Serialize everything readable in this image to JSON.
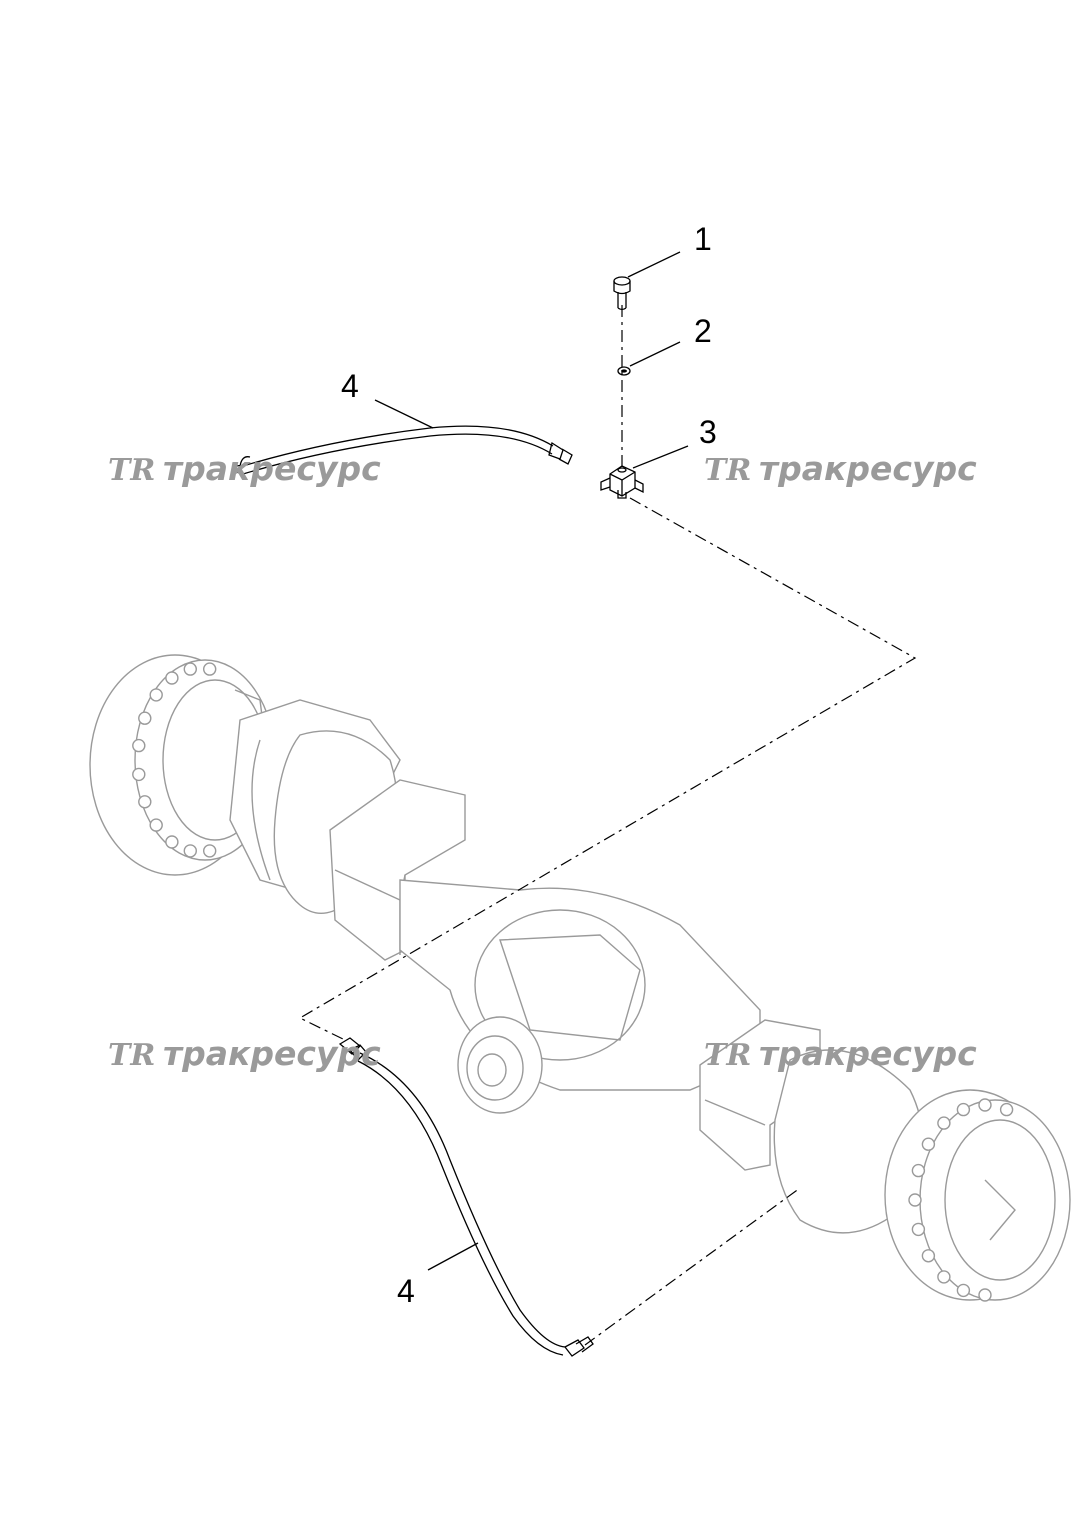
{
  "callouts": {
    "bolt": "1",
    "washer": "2",
    "tee_fitting": "3",
    "hose_upper": "4",
    "hose_lower": "4"
  },
  "watermarks": {
    "logo": "TR",
    "text": "тракресурс"
  }
}
